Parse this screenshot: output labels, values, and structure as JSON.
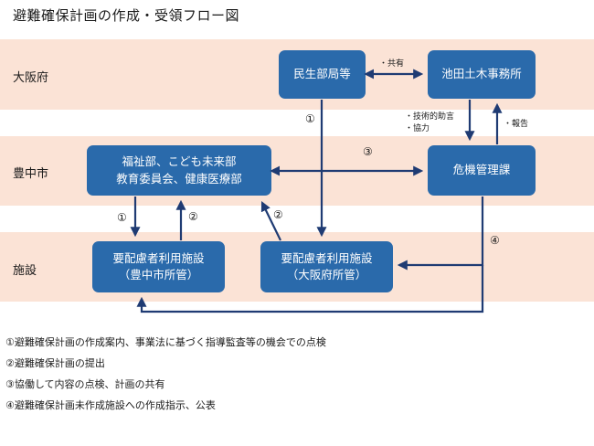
{
  "title": "避難確保計画の作成・受領フロー図",
  "rows": {
    "osaka": "大阪府",
    "toyonaka": "豊中市",
    "shisetsu": "施設"
  },
  "boxes": {
    "minsei": "民生部局等",
    "ikeda": "池田土木事務所",
    "fukushi": "福祉部、こども未来部\n教育委員会、健康医療部",
    "kiki": "危機管理課",
    "facility_toyonaka": "要配慮者利用施設\n（豊中市所管）",
    "facility_osaka": "要配慮者利用施設\n（大阪府所管）"
  },
  "arrow_labels": {
    "share": "・共有",
    "tech_support": "・技術的助言\n・協力",
    "report": "・報告",
    "n1_minsei": "①",
    "n3": "③",
    "n1_left": "①",
    "n2_left": "②",
    "n2_diag": "②",
    "n4": "④"
  },
  "legend": [
    "①避難確保計画の作成案内、事業法に基づく指導監査等の機会での点検",
    "②避難確保計画の提出",
    "③協働して内容の点検、計画の共有",
    "④避難確保計画未作成施設への作成指示、公表"
  ],
  "colors": {
    "band": "#fbe3d6",
    "box": "#2a6aab",
    "arrow": "#1f3b73"
  }
}
